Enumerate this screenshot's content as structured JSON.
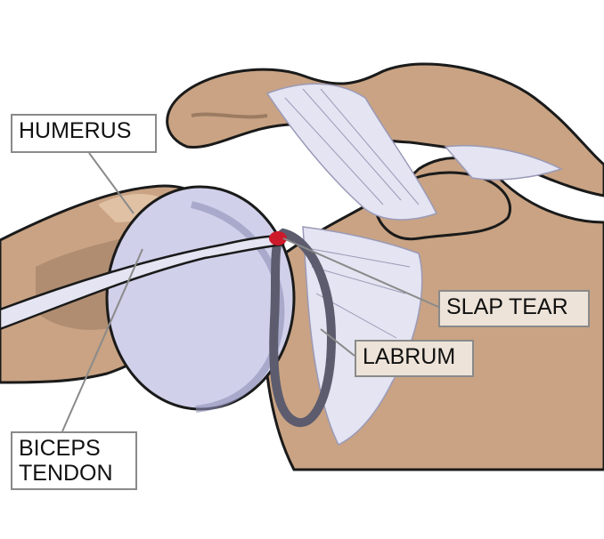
{
  "labels": {
    "humerus": "HUMERUS",
    "slap_tear": "SLAP TEAR",
    "labrum": "LABRUM",
    "biceps_line1": "BICEPS",
    "biceps_line2": "TENDON"
  },
  "colors": {
    "bone": "#c9a383",
    "bone_shadow": "#9b7c62",
    "bone_highlight": "#e6c8ac",
    "cartilage": "#d0d0ea",
    "cartilage_shadow": "#8e8fb6",
    "ligament": "#e4e4f2",
    "labrum": "#5c5c6e",
    "tear": "#cc1a2a",
    "outline": "#1a1a1a",
    "leader": "#8a8a8a"
  }
}
